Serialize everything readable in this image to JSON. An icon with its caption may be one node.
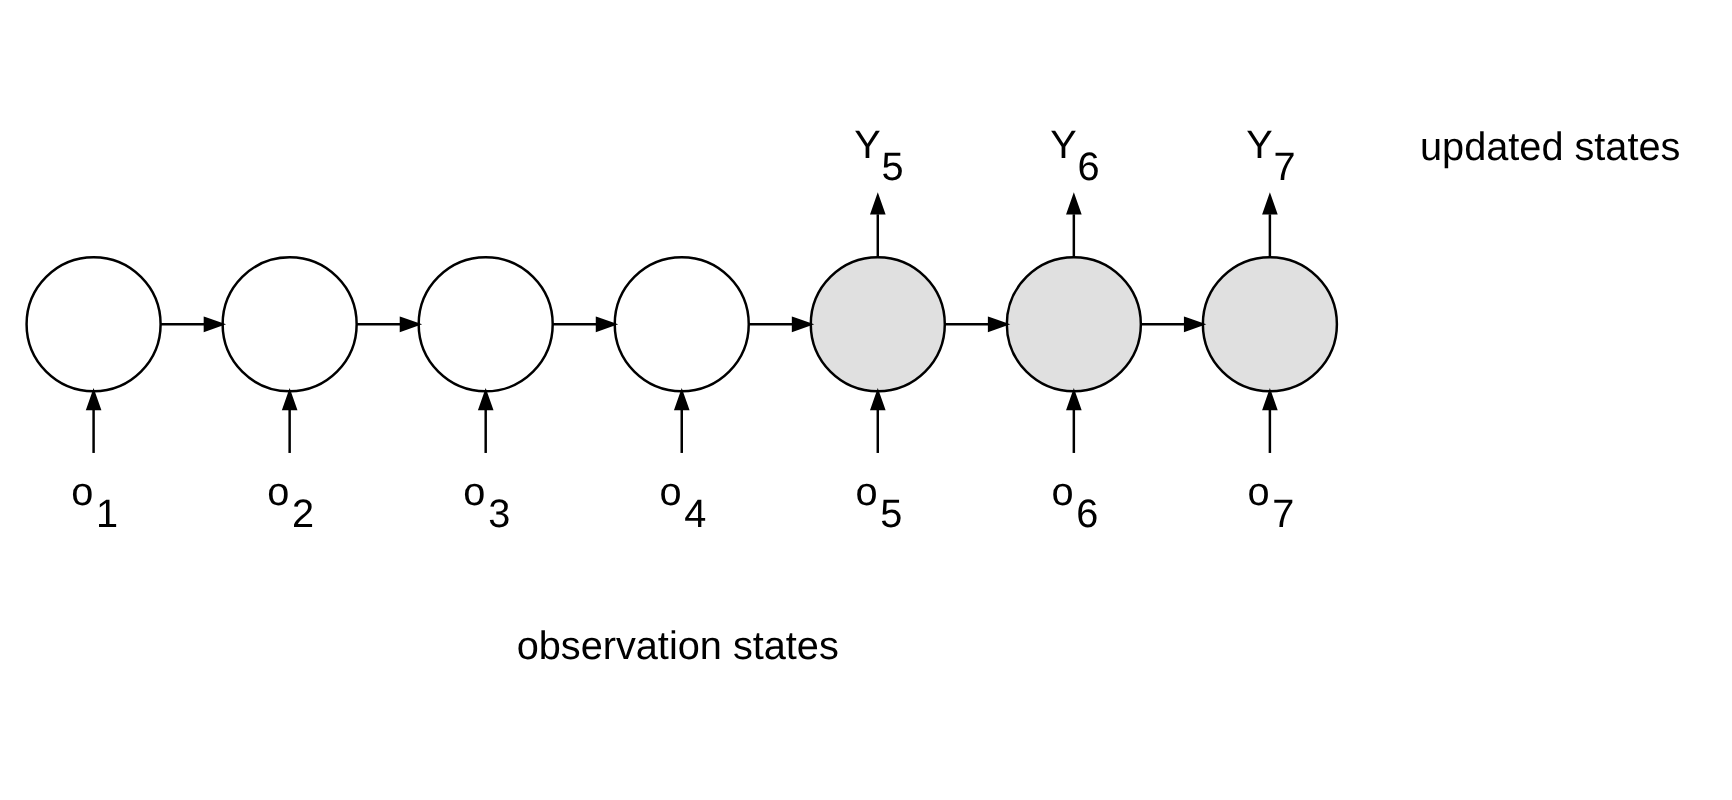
{
  "diagram": {
    "nodes": [
      {
        "text": [],
        "shape": "circle"
      },
      {
        "text": [],
        "shape": "circle"
      },
      {
        "text": [],
        "shape": "circle"
      },
      {
        "text": [],
        "shape": "circle"
      },
      {
        "text": [],
        "shape": "circle"
      },
      {
        "text": [],
        "shape": "circle"
      },
      {
        "text": [],
        "shape": "circle"
      },
      {
        "text": [
          "Y$_{5}$"
        ]
      },
      {
        "text": [
          "Y$_{6}$"
        ]
      },
      {
        "text": [
          "Y$_{7}$"
        ]
      },
      {
        "text": [
          "o$_{1}$"
        ]
      },
      {
        "text": [
          "o$_{2}$"
        ]
      },
      {
        "text": [
          "o$_{3}$"
        ]
      },
      {
        "text": [
          "o$_{4}$"
        ]
      },
      {
        "text": [
          "o$_{5}$"
        ]
      },
      {
        "text": [
          "o$_{6}$"
        ]
      },
      {
        "text": [
          "o$_{7}$"
        ]
      }
    ],
    "edges": [
      {
        "from": 0,
        "to": 1,
        "arrow": "to"
      },
      {
        "from": 1,
        "to": 2,
        "arrow": "to"
      },
      {
        "from": 2,
        "to": 3,
        "arrow": "to"
      },
      {
        "from": 3,
        "to": 4,
        "arrow": "to"
      },
      {
        "from": 4,
        "to": 5,
        "arrow": "to"
      },
      {
        "from": 5,
        "to": 6,
        "arrow": "to"
      },
      {
        "from": 10,
        "to": 0,
        "arrow": "to"
      },
      {
        "from": 11,
        "to": 1,
        "arrow": "to"
      },
      {
        "from": 12,
        "to": 2,
        "arrow": "to"
      },
      {
        "from": 13,
        "to": 3,
        "arrow": "to"
      },
      {
        "from": 14,
        "to": 4,
        "arrow": "to"
      },
      {
        "from": 15,
        "to": 5,
        "arrow": "to"
      },
      {
        "from": 16,
        "to": 6,
        "arrow": "to"
      },
      {
        "from": 4,
        "to": 7,
        "arrow": "to"
      },
      {
        "from": 5,
        "to": 8,
        "arrow": "to"
      },
      {
        "from": 6,
        "to": 9,
        "arrow": "to"
      }
    ],
    "labels": [
      "updated states",
      "observation states"
    ]
  }
}
